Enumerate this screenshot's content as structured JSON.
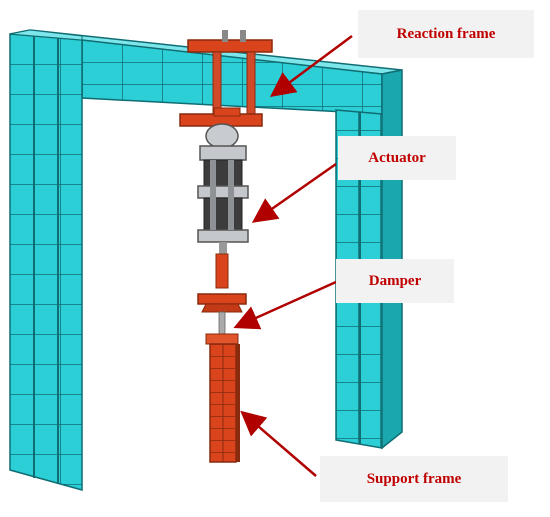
{
  "labels": {
    "reaction_frame": "Reaction frame",
    "actuator": "Actuator",
    "damper": "Damper",
    "support_frame": "Support frame"
  },
  "colors": {
    "frame_cyan": "#22c5cc",
    "frame_dark": "#0f6d73",
    "steel_red": "#d9441c",
    "steel_dark": "#8a2a0e",
    "actuator_grey": "#b8bcc0",
    "label_bg": "#f2f2f2",
    "label_text": "#c00000",
    "arrow_red": "#b00000"
  }
}
